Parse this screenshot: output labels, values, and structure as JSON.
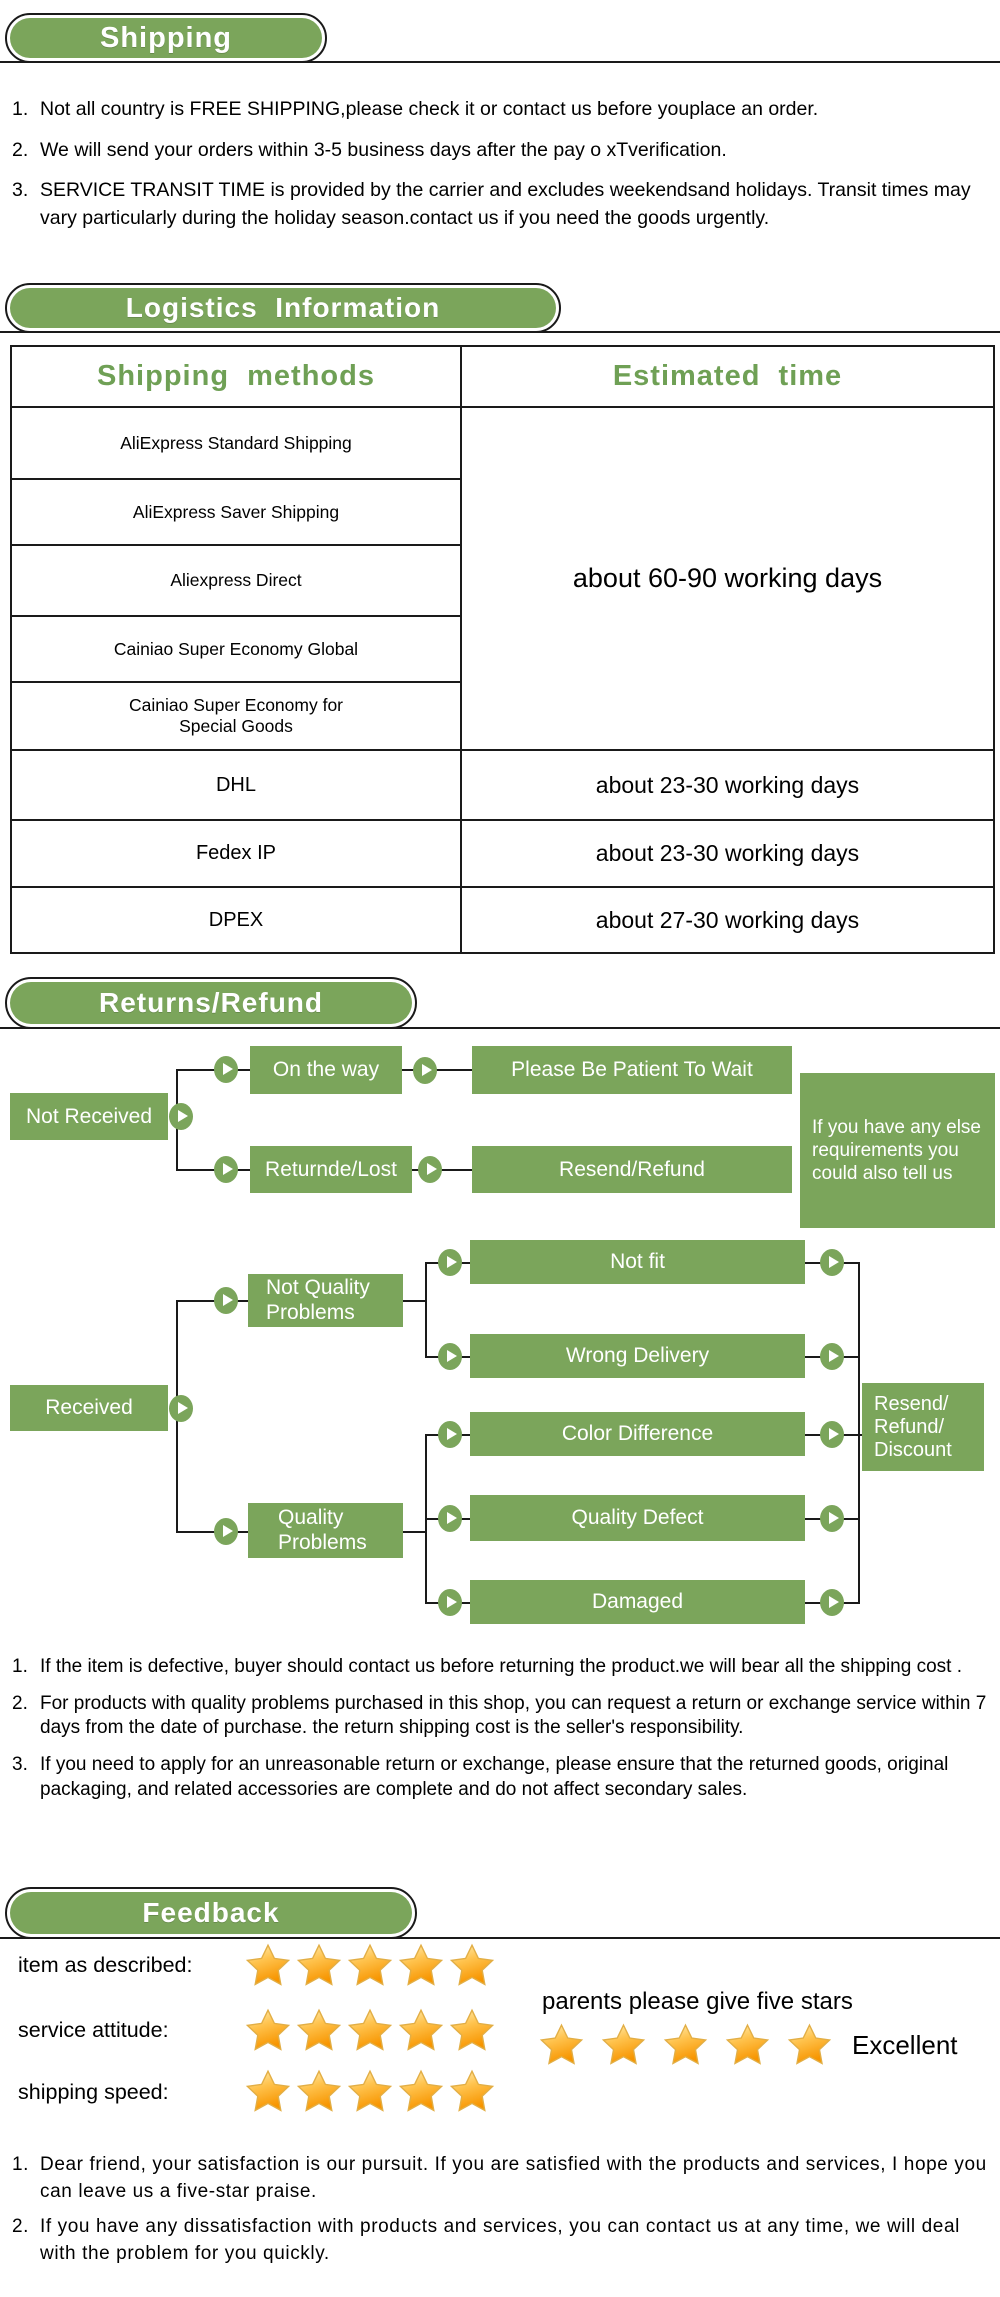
{
  "colors": {
    "green": "#7BA55B",
    "header_green": "#6FA055",
    "line": "#1a1a1a",
    "star_gold": "#F79500"
  },
  "shipping": {
    "title": "Shipping",
    "items": [
      {
        "num": "1.",
        "text": "Not all country is FREE SHIPPING,please check it or contact us before youplace an order."
      },
      {
        "num": "2.",
        "text": "We will send your orders within 3-5 business days after the pay o xTverification."
      },
      {
        "num": "3.",
        "text": "SERVICE TRANSIT TIME is provided by the carrier and excludes weekendsand holidays. Transit times may vary particularly during the holiday season.contact us if you need the goods urgently."
      }
    ]
  },
  "logistics": {
    "title": "Logistics  Information",
    "table": {
      "header_methods": "Shipping  methods",
      "header_time": "Estimated  time",
      "group_methods": [
        "AliExpress Standard Shipping",
        "AliExpress Saver Shipping",
        "Aliexpress Direct",
        "Cainiao Super Economy Global",
        "Cainiao Super Economy for\nSpecial Goods"
      ],
      "group_time": "about 60-90 working days",
      "rows": [
        {
          "method": "DHL",
          "time": "about 23-30 working days"
        },
        {
          "method": "Fedex IP",
          "time": "about 23-30 working days"
        },
        {
          "method": "DPEX",
          "time": "about 27-30 working days"
        }
      ]
    }
  },
  "returns": {
    "title": "Returns/Refund",
    "flow": {
      "not_received": "Not Received",
      "on_the_way": "On the way",
      "patient": "Please Be Patient To Wait",
      "returned_lost": "Returnde/Lost",
      "resend_refund": "Resend/Refund",
      "note": "If you have any else\nrequirements you\ncould also tell us",
      "received": "Received",
      "not_quality": "Not Quality\nProblems",
      "not_fit": "Not fit",
      "wrong_delivery": "Wrong Delivery",
      "quality": "Quality\nProblems",
      "color_difference": "Color Difference",
      "quality_defect": "Quality Defect",
      "damaged": "Damaged",
      "outcome": "Resend/\nRefund/\nDiscount"
    },
    "items": [
      {
        "num": "1.",
        "text": "If the item is defective, buyer should contact us before returning the product.we will bear all the shipping cost ."
      },
      {
        "num": "2.",
        "text": "For products with quality problems purchased in this shop, you can request a return or exchange service within 7 days from the date of purchase. the return shipping cost is the seller's responsibility."
      },
      {
        "num": "3.",
        "text": "If you need to apply for an unreasonable return or exchange, please ensure that the returned goods, original packaging, and related accessories are complete and do not affect secondary sales."
      }
    ]
  },
  "feedback": {
    "title": "Feedback",
    "ratings": [
      {
        "label": "item as described:",
        "stars": 5
      },
      {
        "label": "service attitude:",
        "stars": 5
      },
      {
        "label": "shipping speed:",
        "stars": 5
      }
    ],
    "note": "parents please give five stars",
    "note_stars": 5,
    "note_label": "Excellent",
    "items": [
      {
        "num": "1.",
        "text": "Dear friend, your satisfaction is our pursuit. If you are satisfied with the products and services, I hope you can leave us a five-star praise."
      },
      {
        "num": "2.",
        "text": "If you have any dissatisfaction with products and services, you can contact us at any time, we will deal with the problem for you quickly."
      }
    ]
  }
}
